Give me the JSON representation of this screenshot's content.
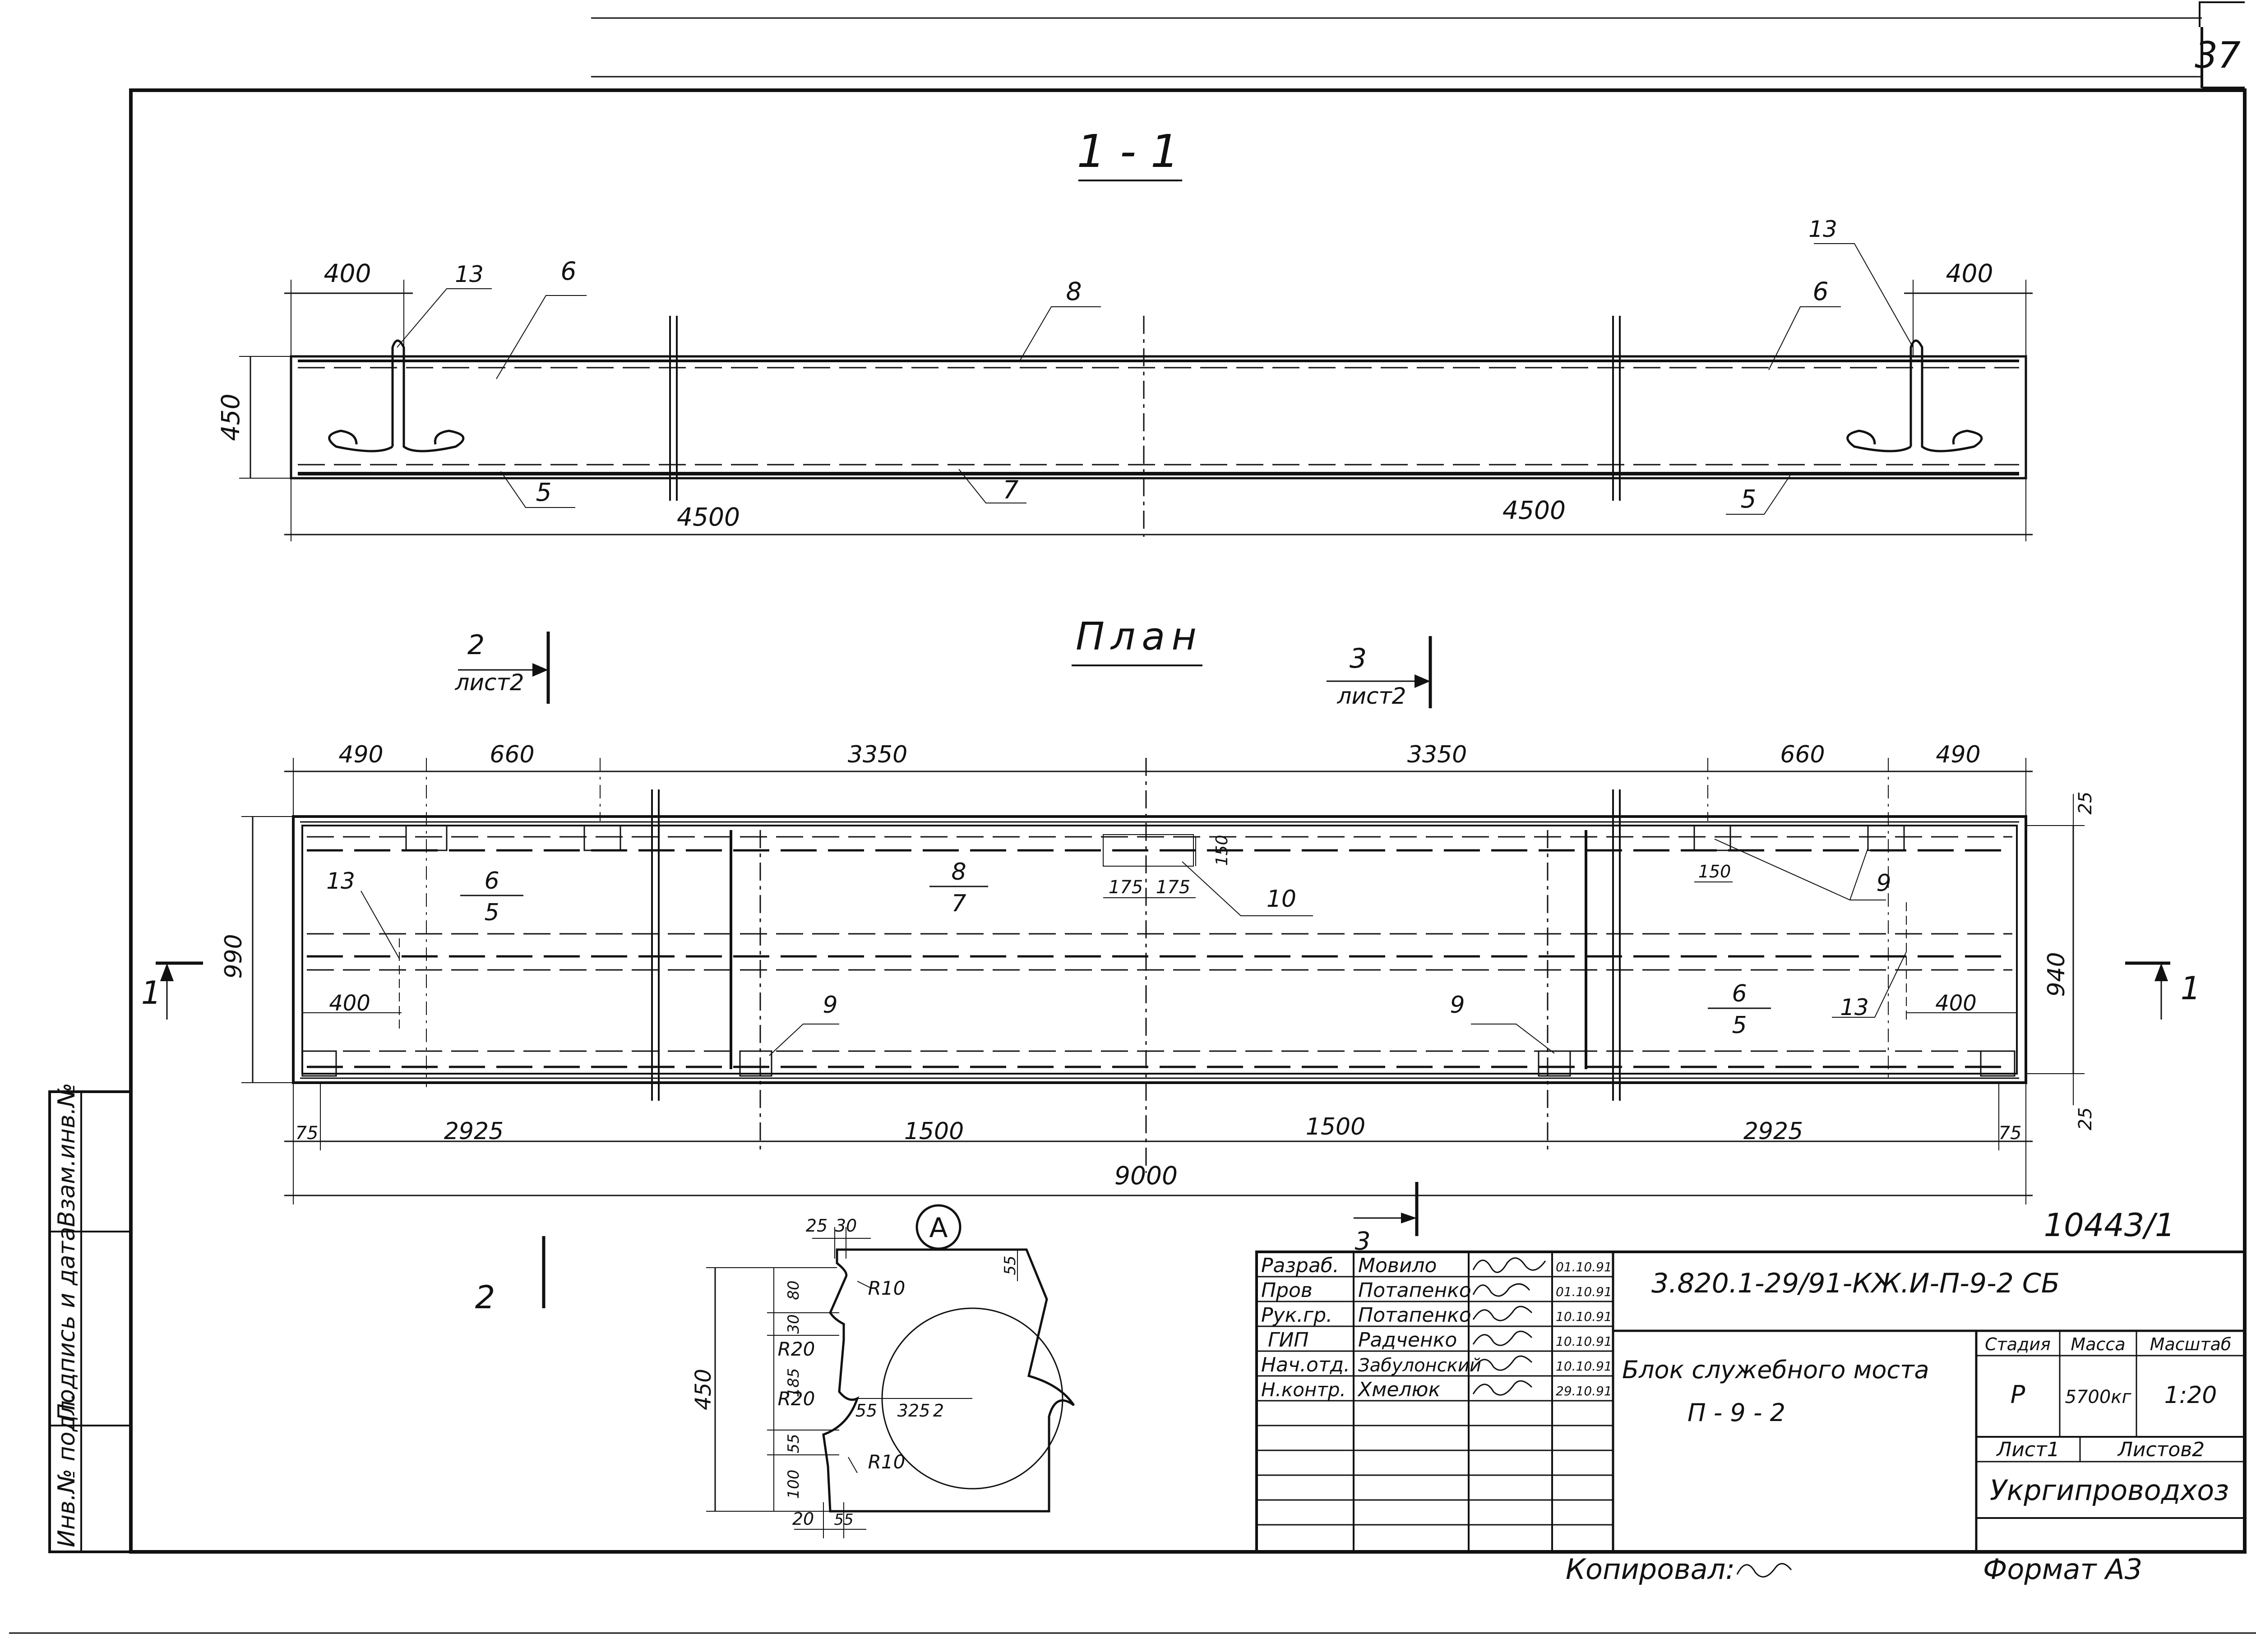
{
  "sheet_number": "37",
  "section": {
    "title": "1 - 1",
    "dim_left": "400",
    "dim_right": "400",
    "height": "450",
    "span_left": "4500",
    "span_right": "4500",
    "callouts": [
      "13",
      "6",
      "8",
      "13",
      "6",
      "5",
      "7",
      "5"
    ]
  },
  "plan": {
    "title": "План",
    "cut2": {
      "num": "2",
      "sheet": "лист2"
    },
    "cut3": {
      "num": "3",
      "sheet": "лист2"
    },
    "top_dims": [
      "490",
      "660",
      "3350",
      "3350",
      "660",
      "490"
    ],
    "bottom_dims": [
      "75",
      "2925",
      "1500",
      "1500",
      "2925",
      "75"
    ],
    "total": "9000",
    "width_outer": "990",
    "width_inner": "940",
    "edge_top": "25",
    "edge_bottom": "25",
    "small": [
      "150",
      "175",
      "175",
      "150"
    ],
    "fractions": [
      {
        "num": "6",
        "den": "5"
      },
      {
        "num": "8",
        "den": "7"
      },
      {
        "num": "6",
        "den": "5"
      }
    ],
    "labels": {
      "l13a": "13",
      "l13b": "13",
      "l10": "10",
      "l9a": "9",
      "l9b": "9",
      "l9c": "9",
      "d400a": "400",
      "d400b": "400"
    },
    "cut1": "1",
    "cut2_bottom": "2",
    "cut3_bottom": "3"
  },
  "detail": {
    "mark": "A",
    "dims": {
      "d25": "25",
      "d30": "30",
      "r10a": "R10",
      "d55a": "55",
      "d30b": "30",
      "d80": "80",
      "r20a": "R20",
      "d185": "185",
      "r20b": "R20",
      "d55b": "55",
      "d325": "325",
      "d2": "2",
      "d100": "100",
      "d55c": "55",
      "r10b": "R10",
      "d20": "20",
      "d55d": "55",
      "h450": "450"
    }
  },
  "title_block": {
    "doc_number": "10443/1",
    "code": "3.820.1-29/91-КЖ.И-П-9-2 СБ",
    "rows": [
      {
        "role": "Разраб.",
        "name": "Мовило",
        "date": "01.10.91"
      },
      {
        "role": "Пров",
        "name": "Потапенко",
        "date": "01.10.91"
      },
      {
        "role": "Рук.гр.",
        "name": "Потапенко",
        "date": "10.10.91"
      },
      {
        "role": "ГИП",
        "name": "Радченко",
        "date": "10.10.91"
      },
      {
        "role": "Нач.отд.",
        "name": "Забулонский",
        "date": "10.10.91"
      },
      {
        "role": "Н.контр.",
        "name": "Хмелюк",
        "date": "29.10.91"
      }
    ],
    "name_line1": "Блок служебного моста",
    "name_line2": "П - 9 - 2",
    "stage_h": "Стадия",
    "mass_h": "Масса",
    "scale_h": "Масштаб",
    "stage": "Р",
    "mass": "5700кг",
    "scale": "1:20",
    "sheet": "Лист1",
    "sheets": "Листов2",
    "org": "Укргипроводхоз",
    "copied": "Копировал:",
    "format": "Формат  А3"
  },
  "side_stamp": {
    "inv": "Инв.№ подл.",
    "sign": "Подпись и дата",
    "swap": "Взам.инв.№"
  }
}
